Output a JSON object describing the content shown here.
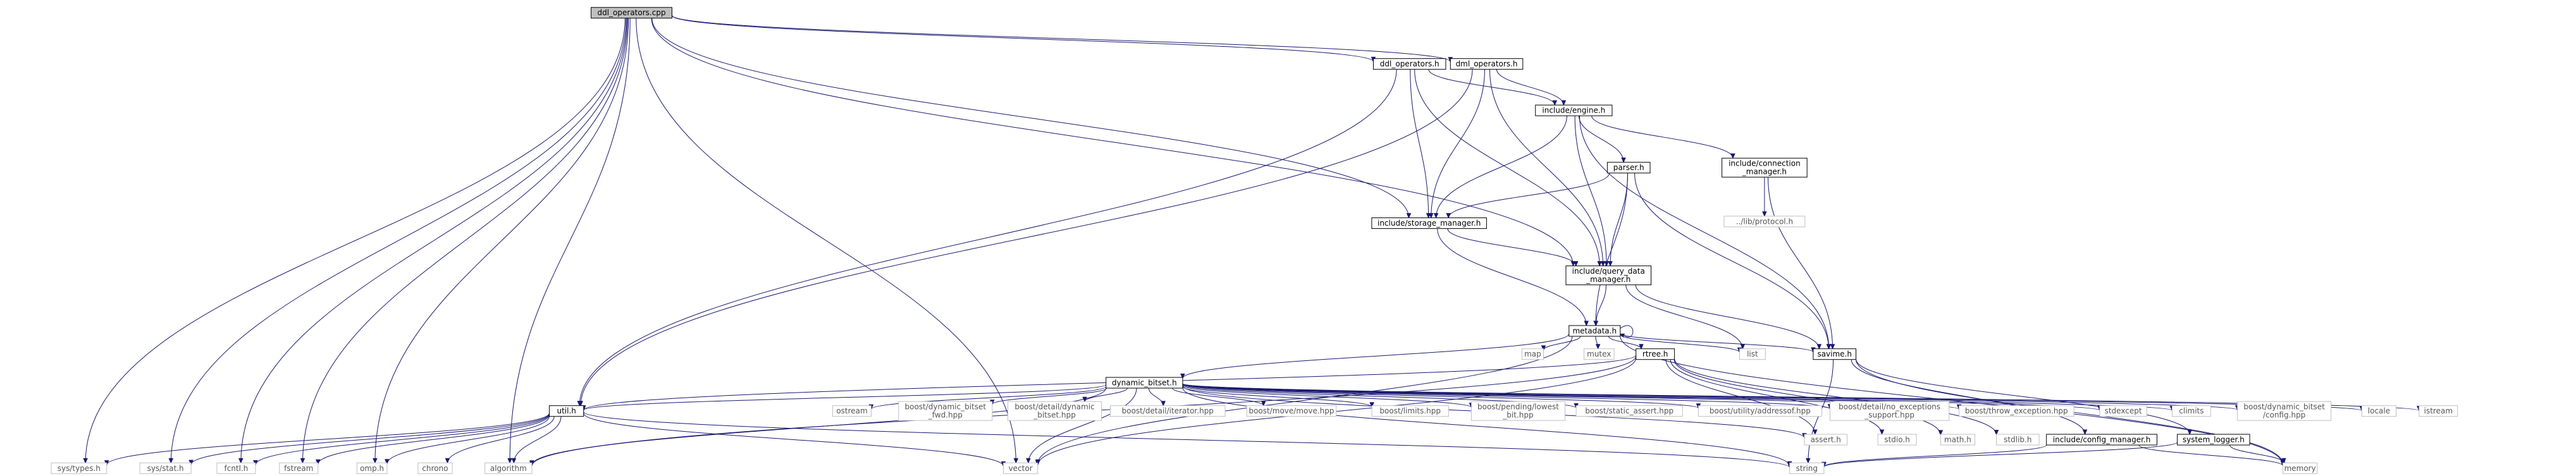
{
  "colors": {
    "edge": "#191970",
    "root_fill": "#bfbfbf",
    "node_border": "#000000",
    "external_border": "#bfbfbf",
    "external_text": "#555555",
    "text": "#000000"
  },
  "nodes": [
    {
      "id": "ddl_cpp",
      "label": "ddl_operators.cpp",
      "kind": "root"
    },
    {
      "id": "ddl_h",
      "label": "ddl_operators.h",
      "kind": "header"
    },
    {
      "id": "dml_h",
      "label": "dml_operators.h",
      "kind": "header"
    },
    {
      "id": "engine_h",
      "label": "include/engine.h",
      "kind": "header"
    },
    {
      "id": "conn_h",
      "label": [
        "include/connection",
        "_manager.h"
      ],
      "kind": "header"
    },
    {
      "id": "parser_h",
      "label": "parser.h",
      "kind": "header"
    },
    {
      "id": "protocol_h",
      "label": "../lib/protocol.h",
      "kind": "external"
    },
    {
      "id": "storage_h",
      "label": "include/storage_manager.h",
      "kind": "header"
    },
    {
      "id": "qdm_h",
      "label": [
        "include/query_data",
        "_manager.h"
      ],
      "kind": "header"
    },
    {
      "id": "metadata_h",
      "label": "metadata.h",
      "kind": "header"
    },
    {
      "id": "map",
      "label": "map",
      "kind": "external"
    },
    {
      "id": "mutex",
      "label": "mutex",
      "kind": "external"
    },
    {
      "id": "rtree_h",
      "label": "rtree.h",
      "kind": "header"
    },
    {
      "id": "list",
      "label": "list",
      "kind": "external"
    },
    {
      "id": "savime_h",
      "label": "savime.h",
      "kind": "header"
    },
    {
      "id": "dynbitset_h",
      "label": "dynamic_bitset.h",
      "kind": "header"
    },
    {
      "id": "util_h",
      "label": "util.h",
      "kind": "header"
    },
    {
      "id": "ostream",
      "label": "ostream",
      "kind": "external"
    },
    {
      "id": "b_fwd",
      "label": [
        "boost/dynamic_bitset",
        "_fwd.hpp"
      ],
      "kind": "external"
    },
    {
      "id": "b_detail_db",
      "label": [
        "boost/detail/dynamic",
        "_bitset.hpp"
      ],
      "kind": "external"
    },
    {
      "id": "b_iter",
      "label": "boost/detail/iterator.hpp",
      "kind": "external"
    },
    {
      "id": "b_move",
      "label": "boost/move/move.hpp",
      "kind": "external"
    },
    {
      "id": "b_limits",
      "label": "boost/limits.hpp",
      "kind": "external"
    },
    {
      "id": "b_pending",
      "label": [
        "boost/pending/lowest",
        "_bit.hpp"
      ],
      "kind": "external"
    },
    {
      "id": "b_static",
      "label": "boost/static_assert.hpp",
      "kind": "external"
    },
    {
      "id": "b_addr",
      "label": "boost/utility/addressof.hpp",
      "kind": "external"
    },
    {
      "id": "b_noexc",
      "label": [
        "boost/detail/no_exceptions",
        "_support.hpp"
      ],
      "kind": "external"
    },
    {
      "id": "b_throw",
      "label": "boost/throw_exception.hpp",
      "kind": "external"
    },
    {
      "id": "stdexcept",
      "label": "stdexcept",
      "kind": "external"
    },
    {
      "id": "climits",
      "label": "climits",
      "kind": "external"
    },
    {
      "id": "b_config",
      "label": [
        "boost/dynamic_bitset",
        "/config.hpp"
      ],
      "kind": "external"
    },
    {
      "id": "locale",
      "label": "locale",
      "kind": "external"
    },
    {
      "id": "istream",
      "label": "istream",
      "kind": "external"
    },
    {
      "id": "assert_h",
      "label": "assert.h",
      "kind": "external"
    },
    {
      "id": "stdio_h",
      "label": "stdio.h",
      "kind": "external"
    },
    {
      "id": "math_h",
      "label": "math.h",
      "kind": "external"
    },
    {
      "id": "stdlib_h",
      "label": "stdlib.h",
      "kind": "external"
    },
    {
      "id": "cfg_h",
      "label": "include/config_manager.h",
      "kind": "header"
    },
    {
      "id": "logger_h",
      "label": "system_logger.h",
      "kind": "header"
    },
    {
      "id": "sys_types",
      "label": "sys/types.h",
      "kind": "external"
    },
    {
      "id": "sys_stat",
      "label": "sys/stat.h",
      "kind": "external"
    },
    {
      "id": "fcntl_h",
      "label": "fcntl.h",
      "kind": "external"
    },
    {
      "id": "fstream",
      "label": "fstream",
      "kind": "external"
    },
    {
      "id": "omp_h",
      "label": "omp.h",
      "kind": "external"
    },
    {
      "id": "chrono",
      "label": "chrono",
      "kind": "external"
    },
    {
      "id": "algorithm",
      "label": "algorithm",
      "kind": "external"
    },
    {
      "id": "vector",
      "label": "vector",
      "kind": "external"
    },
    {
      "id": "string",
      "label": "string",
      "kind": "external"
    },
    {
      "id": "memory",
      "label": "memory",
      "kind": "external"
    }
  ],
  "edges": [
    [
      "ddl_cpp",
      "ddl_h"
    ],
    [
      "ddl_cpp",
      "dml_h"
    ],
    [
      "ddl_cpp",
      "storage_h"
    ],
    [
      "ddl_cpp",
      "qdm_h"
    ],
    [
      "ddl_cpp",
      "sys_types"
    ],
    [
      "ddl_cpp",
      "sys_stat"
    ],
    [
      "ddl_cpp",
      "fcntl_h"
    ],
    [
      "ddl_cpp",
      "fstream"
    ],
    [
      "ddl_cpp",
      "omp_h"
    ],
    [
      "ddl_cpp",
      "algorithm"
    ],
    [
      "ddl_cpp",
      "vector"
    ],
    [
      "ddl_h",
      "engine_h"
    ],
    [
      "ddl_h",
      "storage_h"
    ],
    [
      "ddl_h",
      "qdm_h"
    ],
    [
      "ddl_h",
      "util_h"
    ],
    [
      "dml_h",
      "engine_h"
    ],
    [
      "dml_h",
      "storage_h"
    ],
    [
      "dml_h",
      "qdm_h"
    ],
    [
      "dml_h",
      "util_h"
    ],
    [
      "engine_h",
      "conn_h"
    ],
    [
      "engine_h",
      "parser_h"
    ],
    [
      "engine_h",
      "storage_h"
    ],
    [
      "engine_h",
      "qdm_h"
    ],
    [
      "engine_h",
      "savime_h"
    ],
    [
      "conn_h",
      "protocol_h"
    ],
    [
      "conn_h",
      "savime_h"
    ],
    [
      "parser_h",
      "storage_h"
    ],
    [
      "parser_h",
      "qdm_h"
    ],
    [
      "parser_h",
      "metadata_h"
    ],
    [
      "parser_h",
      "savime_h"
    ],
    [
      "storage_h",
      "qdm_h"
    ],
    [
      "storage_h",
      "metadata_h"
    ],
    [
      "qdm_h",
      "metadata_h"
    ],
    [
      "qdm_h",
      "list"
    ],
    [
      "qdm_h",
      "savime_h"
    ],
    [
      "metadata_h",
      "metadata_h"
    ],
    [
      "metadata_h",
      "map"
    ],
    [
      "metadata_h",
      "mutex"
    ],
    [
      "metadata_h",
      "rtree_h"
    ],
    [
      "metadata_h",
      "list"
    ],
    [
      "metadata_h",
      "savime_h"
    ],
    [
      "metadata_h",
      "dynbitset_h"
    ],
    [
      "metadata_h",
      "vector"
    ],
    [
      "metadata_h",
      "memory"
    ],
    [
      "rtree_h",
      "assert_h"
    ],
    [
      "rtree_h",
      "stdio_h"
    ],
    [
      "rtree_h",
      "math_h"
    ],
    [
      "rtree_h",
      "stdlib_h"
    ],
    [
      "rtree_h",
      "algorithm"
    ],
    [
      "rtree_h",
      "vector"
    ],
    [
      "rtree_h",
      "util_h"
    ],
    [
      "dynbitset_h",
      "util_h"
    ],
    [
      "dynbitset_h",
      "ostream"
    ],
    [
      "dynbitset_h",
      "b_fwd"
    ],
    [
      "dynbitset_h",
      "b_detail_db"
    ],
    [
      "dynbitset_h",
      "b_iter"
    ],
    [
      "dynbitset_h",
      "b_move"
    ],
    [
      "dynbitset_h",
      "b_limits"
    ],
    [
      "dynbitset_h",
      "b_pending"
    ],
    [
      "dynbitset_h",
      "b_static"
    ],
    [
      "dynbitset_h",
      "b_addr"
    ],
    [
      "dynbitset_h",
      "b_noexc"
    ],
    [
      "dynbitset_h",
      "b_throw"
    ],
    [
      "dynbitset_h",
      "stdexcept"
    ],
    [
      "dynbitset_h",
      "climits"
    ],
    [
      "dynbitset_h",
      "b_config"
    ],
    [
      "dynbitset_h",
      "locale"
    ],
    [
      "dynbitset_h",
      "istream"
    ],
    [
      "dynbitset_h",
      "assert_h"
    ],
    [
      "dynbitset_h",
      "algorithm"
    ],
    [
      "dynbitset_h",
      "vector"
    ],
    [
      "dynbitset_h",
      "string"
    ],
    [
      "savime_h",
      "cfg_h"
    ],
    [
      "savime_h",
      "logger_h"
    ],
    [
      "savime_h",
      "string"
    ],
    [
      "savime_h",
      "memory"
    ],
    [
      "cfg_h",
      "string"
    ],
    [
      "cfg_h",
      "memory"
    ],
    [
      "logger_h",
      "string"
    ],
    [
      "logger_h",
      "memory"
    ],
    [
      "util_h",
      "sys_types"
    ],
    [
      "util_h",
      "sys_stat"
    ],
    [
      "util_h",
      "fcntl_h"
    ],
    [
      "util_h",
      "fstream"
    ],
    [
      "util_h",
      "omp_h"
    ],
    [
      "util_h",
      "chrono"
    ],
    [
      "util_h",
      "algorithm"
    ],
    [
      "util_h",
      "vector"
    ],
    [
      "util_h",
      "string"
    ]
  ]
}
